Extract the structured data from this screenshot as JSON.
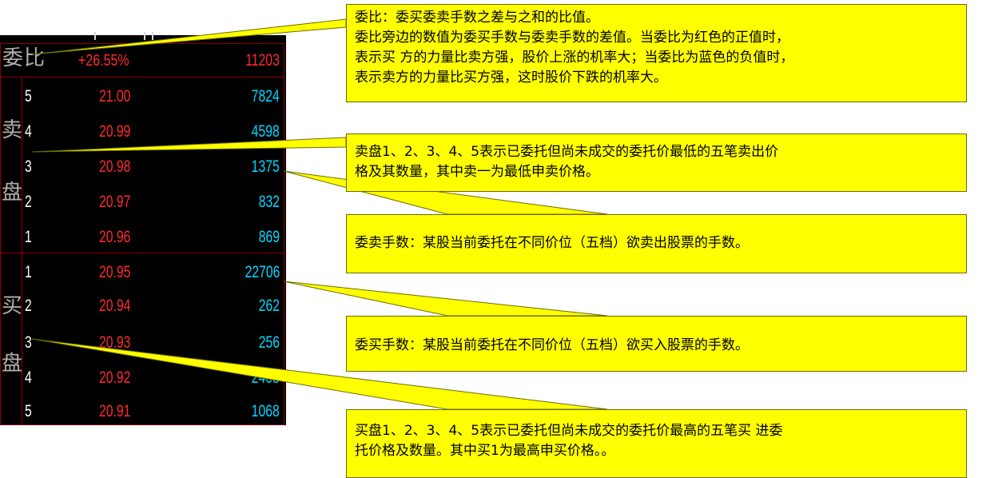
{
  "colors": {
    "panel_bg": "#000000",
    "border": "#8b0000",
    "price": "#ff2a2a",
    "volume": "#00d8ff",
    "label": "#b0b0b0",
    "callout_bg": "#ffff00"
  },
  "order_book": {
    "ratio": {
      "label_a": "委",
      "label_b": "比",
      "value": "+26.55%",
      "diff": "11203"
    },
    "sell_label": [
      "卖",
      "盘"
    ],
    "buy_label": [
      "买",
      "盘"
    ],
    "sell": [
      {
        "level": "5",
        "price": "21.00",
        "volume": "7824"
      },
      {
        "level": "4",
        "price": "20.99",
        "volume": "4598"
      },
      {
        "level": "3",
        "price": "20.98",
        "volume": "1375"
      },
      {
        "level": "2",
        "price": "20.97",
        "volume": "832"
      },
      {
        "level": "1",
        "price": "20.96",
        "volume": "869"
      }
    ],
    "buy": [
      {
        "level": "1",
        "price": "20.95",
        "volume": "22706"
      },
      {
        "level": "2",
        "price": "20.94",
        "volume": "262"
      },
      {
        "level": "3",
        "price": "20.93",
        "volume": "256"
      },
      {
        "level": "4",
        "price": "20.92",
        "volume": "2403"
      },
      {
        "level": "5",
        "price": "20.91",
        "volume": "1068"
      }
    ]
  },
  "callouts": {
    "ratio": [
      "委比：委买委卖手数之差与之和的比值。",
      "委比旁边的数值为委买手数与委卖手数的差值。当委比为红色的正值时，",
      "表示买 方的力量比卖方强，股价上涨的机率大；当委比为蓝色的负值时，",
      "表示卖方的力量比买方强，这时股价下跌的机率大。"
    ],
    "sell_levels": [
      "卖盘1、2、3、4、5表示已委托但尚未成交的委托价最低的五笔卖出价",
      "格及其数量，其中卖一为最低申卖价格。"
    ],
    "sell_volume": [
      "委卖手数：某股当前委托在不同价位（五档）欲卖出股票的手数。"
    ],
    "buy_volume": [
      "委买手数：某股当前委托在不同价位（五档）欲买入股票的手数。"
    ],
    "buy_levels": [
      "买盘1、2、3、4、5表示已委托但尚未成交的委托价最高的五笔买 进委",
      "托价格及数量。其中买1为最高申买价格。。"
    ]
  }
}
